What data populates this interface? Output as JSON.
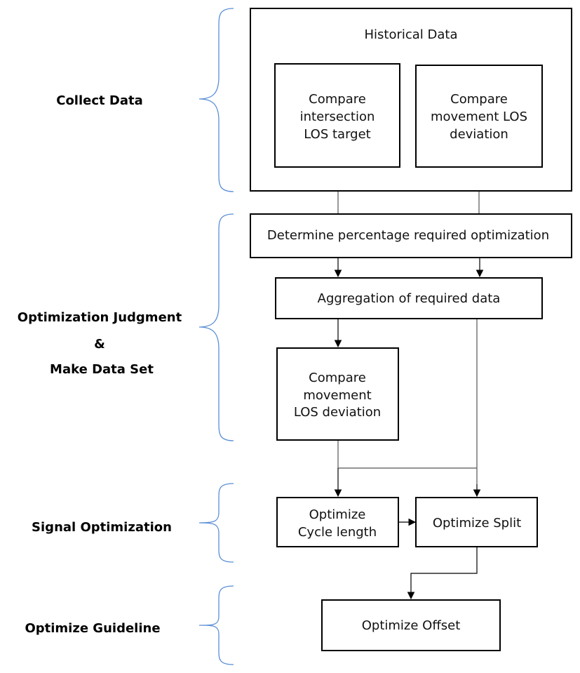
{
  "stages": {
    "collect": "Collect Data",
    "judgment_1": "Optimization Judgment",
    "judgment_2": "&",
    "judgment_3": "Make Data Set",
    "signal": "Signal Optimization",
    "guideline": "Optimize Guideline"
  },
  "nodes": {
    "historical": "Historical Data",
    "intersection_1": "Compare",
    "intersection_2": "intersection",
    "intersection_3": "LOS target",
    "movement_top_1": "Compare",
    "movement_top_2": "movement LOS",
    "movement_top_3": "deviation",
    "percentage": "Determine percentage required optimization",
    "aggregation": "Aggregation of required data",
    "movement_mid_1": "Compare",
    "movement_mid_2": "movement",
    "movement_mid_3": "LOS deviation",
    "cycle_1": "Optimize",
    "cycle_2": "Cycle length",
    "split": "Optimize Split",
    "offset": "Optimize Offset"
  },
  "colors": {
    "box_stroke": "#000000",
    "connector": "#555555",
    "brace": "#5b8fd6"
  }
}
